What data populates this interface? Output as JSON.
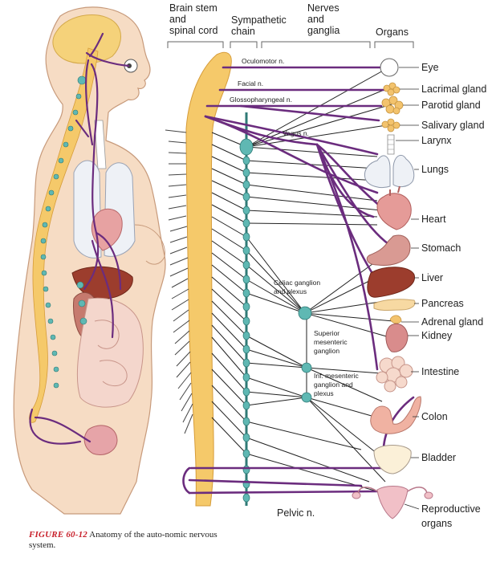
{
  "headers": {
    "brainstem_line1": "Brain stem",
    "brainstem_line2": "and",
    "brainstem_line3": "spinal cord",
    "sympathetic_line1": "Sympathetic",
    "sympathetic_line2": "chain",
    "nerves_line1": "Nerves",
    "nerves_line2": "and",
    "nerves_line3": "ganglia",
    "organs": "Organs"
  },
  "nerves": {
    "oculomotor": "Oculomotor n.",
    "facial": "Facial n.",
    "glossopharyngeal": "Glossopharyngeal n.",
    "vagus": "Vagus n.",
    "pelvic": "Pelvic n."
  },
  "ganglia": {
    "celiac_1": "Celiac ganglion",
    "celiac_2": "and plexus",
    "superior_1": "Superior",
    "superior_2": "mesenteric",
    "superior_3": "ganglion",
    "inferior_1": "Inf. mesenteric",
    "inferior_2": "ganglion and",
    "inferior_3": "plexus"
  },
  "organs": {
    "eye": "Eye",
    "lacrimal": "Lacrimal gland",
    "parotid": "Parotid gland",
    "salivary": "Salivary gland",
    "larynx": "Larynx",
    "lungs": "Lungs",
    "heart": "Heart",
    "stomach": "Stomach",
    "liver": "Liver",
    "pancreas": "Pancreas",
    "adrenal": "Adrenal gland",
    "kidney": "Kidney",
    "intestine": "Intestine",
    "colon": "Colon",
    "bladder": "Bladder",
    "reproductive_1": "Reproductive",
    "reproductive_2": "organs"
  },
  "caption": {
    "figure": "FIGURE 60-12",
    "text": " Anatomy of the auto-nomic nervous system."
  },
  "colors": {
    "nerve": "#6b2c7e",
    "spinal": "#f5c96a",
    "ganglion": "#5fb8b3",
    "skin": "#f6dcc4"
  }
}
